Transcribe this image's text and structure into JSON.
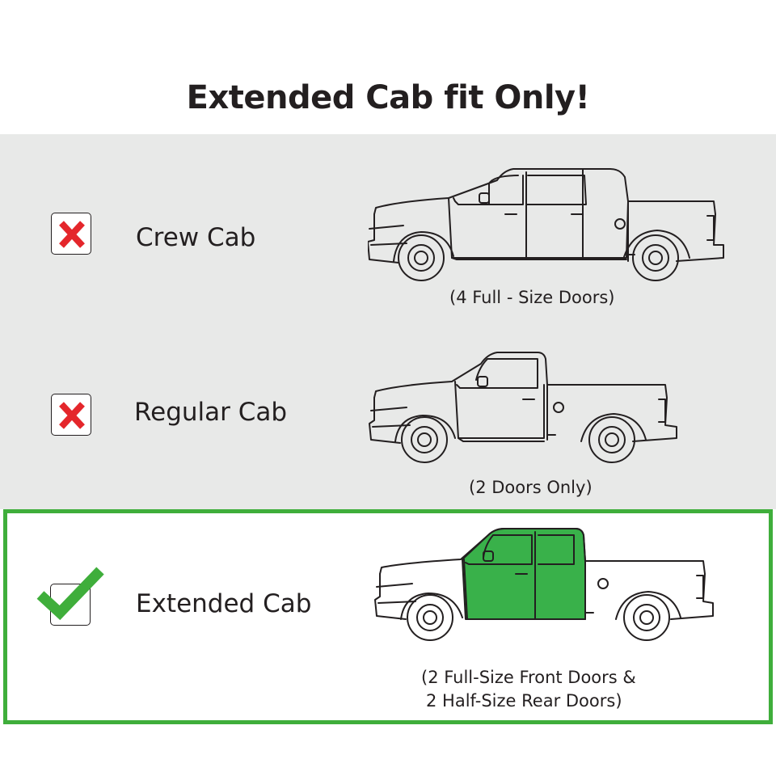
{
  "title": "Extended Cab fit Only!",
  "colors": {
    "cross": "#e4262b",
    "check": "#3fae3b",
    "highlight_door": "#39b14a",
    "panel": "#e8e9e8"
  },
  "rows": [
    {
      "label": "Crew Cab",
      "caption": "(4 Full - Size Doors)",
      "status": "not-fit",
      "icon": "cross-icon"
    },
    {
      "label": "Regular Cab",
      "caption": "(2 Doors Only)",
      "status": "not-fit",
      "icon": "cross-icon"
    },
    {
      "label": "Extended Cab",
      "caption_line1": "(2 Full-Size Front Doors &",
      "caption_line2": "2 Half-Size Rear Doors)",
      "status": "fit",
      "icon": "checkmark-icon"
    }
  ]
}
